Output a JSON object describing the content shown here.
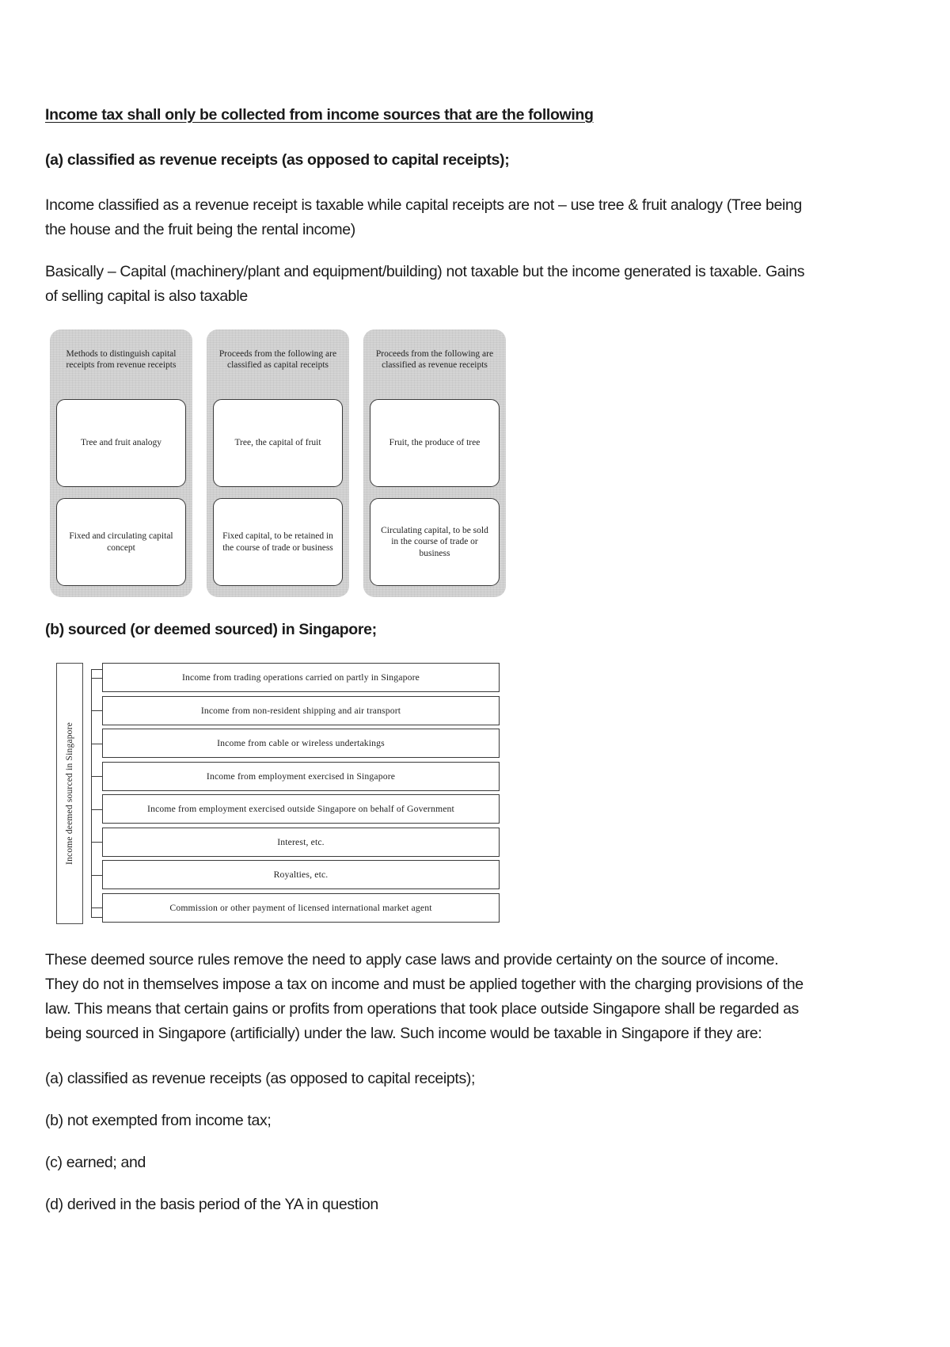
{
  "document": {
    "heading": "Income tax shall only be collected from income sources that are the following",
    "item_a": "(a) classified as revenue receipts (as opposed to capital receipts);",
    "para_1": "Income classified as a revenue receipt is taxable while capital receipts are not – use tree & fruit analogy (Tree being the house and the fruit being the rental income)",
    "para_2": "Basically – Capital (machinery/plant and equipment/building) not taxable but the income generated is taxable. Gains of selling capital is also taxable",
    "item_b": "(b) sourced (or deemed sourced) in Singapore;",
    "para_3": "These deemed source rules remove the need to apply case laws and provide certainty on the source of income. They do not in themselves impose a tax on income and must be applied together with the charging provisions of the law. This means that certain gains or profits from operations that took place outside Singapore shall be regarded as being sourced in Singapore (artificially) under the law. Such income would be taxable in Singapore if they are:",
    "list_bottom": [
      "(a) classified as revenue receipts (as opposed to capital receipts);",
      "(b) not exempted from income tax;",
      "(c) earned; and",
      "(d) derived in the basis period of the YA in question"
    ]
  },
  "figure_capital_revenue": {
    "columns": [
      {
        "title": "Methods to distinguish capital receipts from revenue receipts",
        "boxes": [
          "Tree and fruit analogy",
          "Fixed and circulating capital concept"
        ]
      },
      {
        "title": "Proceeds from the following are classified as capital receipts",
        "boxes": [
          "Tree, the capital of fruit",
          "Fixed capital, to be retained in the course of trade or business"
        ]
      },
      {
        "title": "Proceeds from the following are classified as revenue receipts",
        "boxes": [
          "Fruit, the produce of tree",
          "Circulating capital, to be sold in the course of trade or business"
        ]
      }
    ]
  },
  "figure_deemed_source": {
    "spine_label": "Income deemed sourced in Singapore",
    "items": [
      "Income from trading operations carried on partly in Singapore",
      "Income from non-resident shipping and air transport",
      "Income from cable or wireless undertakings",
      "Income from employment exercised in Singapore",
      "Income from employment exercised outside Singapore on behalf of Government",
      "Interest, etc.",
      "Royalties, etc.",
      "Commission or other payment of licensed international market agent"
    ]
  }
}
